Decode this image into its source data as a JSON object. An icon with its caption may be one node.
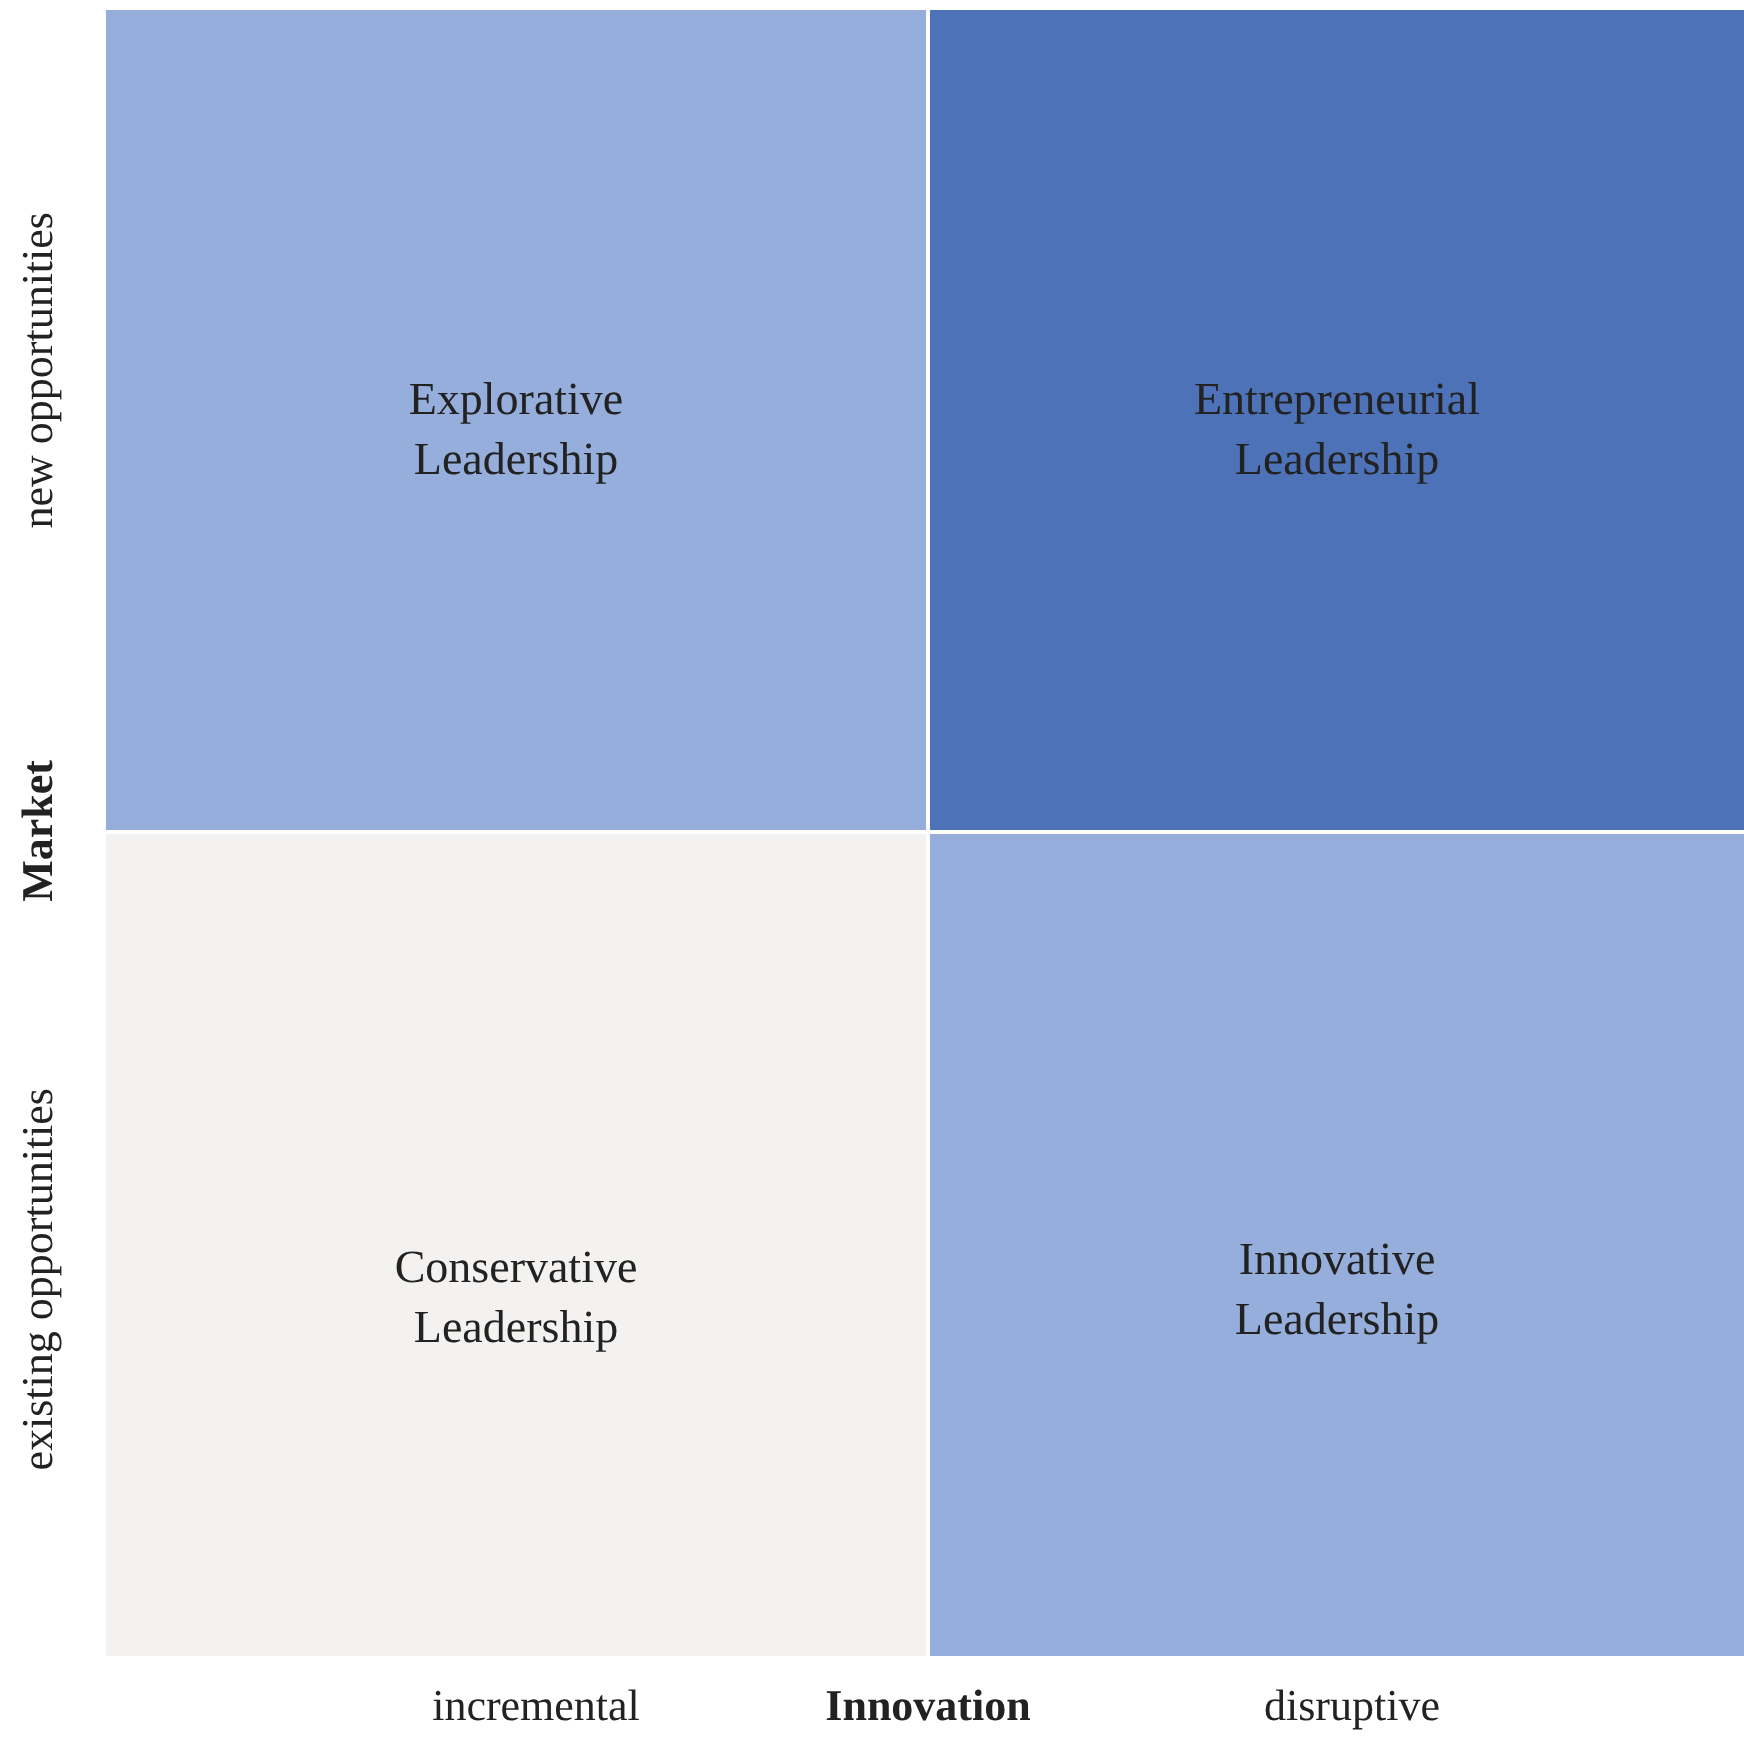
{
  "diagram": {
    "nodes": [
      {
        "text": [
          "Explorative Leadership"
        ]
      },
      {
        "text": [
          "Entrepreneurial Leadership"
        ]
      },
      {
        "text": [
          "Conservative Leadership"
        ]
      },
      {
        "text": [
          "Innovative Leadership"
        ]
      }
    ],
    "labels": [
      "new opportunities",
      "Market",
      "existing opportunities",
      "incremental",
      "Innovation",
      "disruptive"
    ]
  }
}
